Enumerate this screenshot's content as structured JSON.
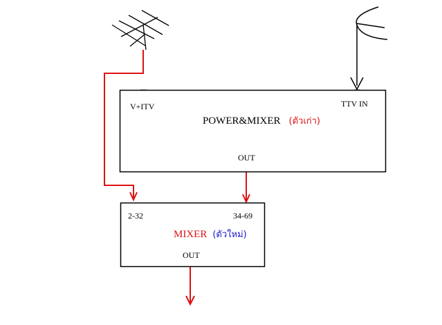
{
  "colors": {
    "stroke": "#000000",
    "signal": "#dd1111",
    "old_tag": "#dd1111",
    "new_tag": "#1a1acc"
  },
  "icons": {
    "yagi": "yagi-antenna-icon",
    "dish": "satellite-dish-icon"
  },
  "power_mixer": {
    "input_left": "V+ITV",
    "input_right": "TTV IN",
    "title": "POWER&MIXER",
    "tag": "(ตัวเก่า)",
    "output": "OUT"
  },
  "mixer": {
    "input_left": "2-32",
    "input_right": "34-69",
    "title": "MIXER",
    "tag": "(ตัวใหม่)",
    "output": "OUT"
  }
}
